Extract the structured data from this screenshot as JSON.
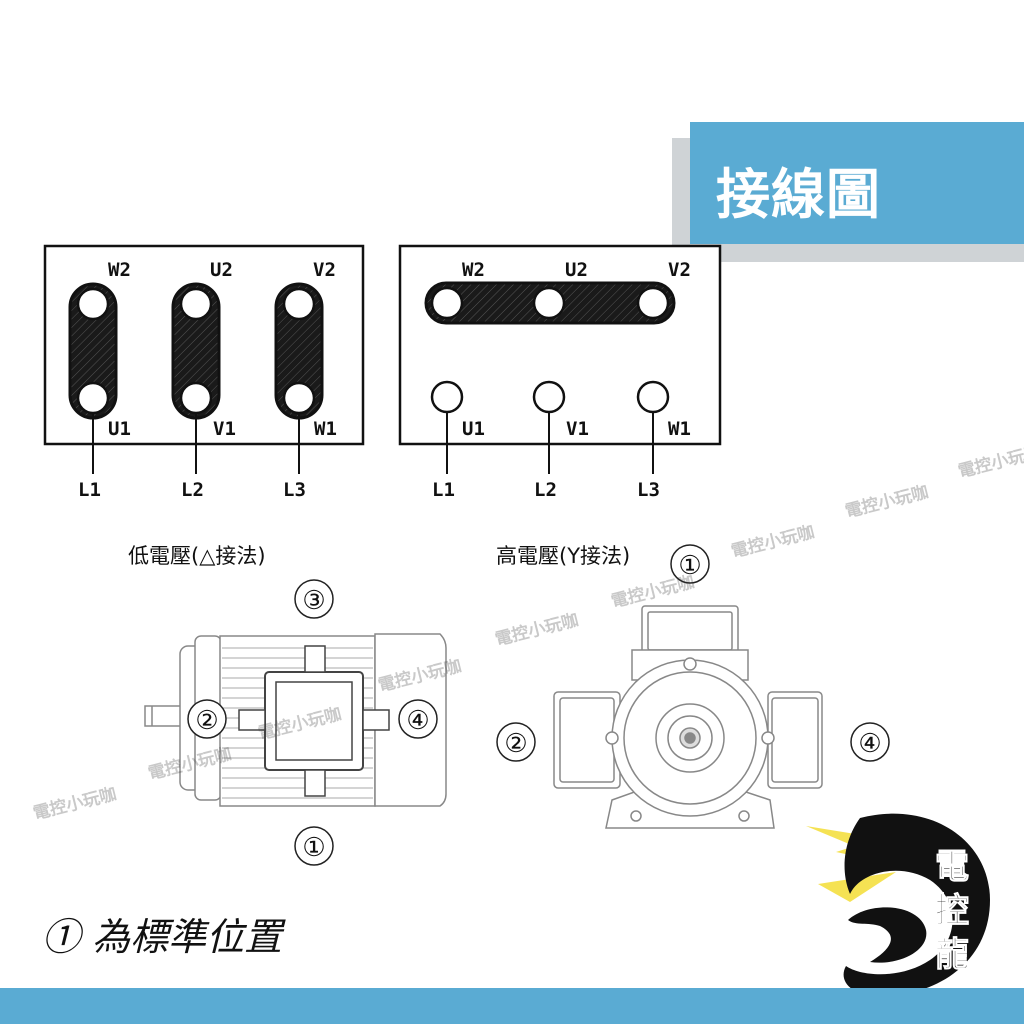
{
  "title": "接線圖",
  "low_voltage": {
    "caption": "低電壓(△接法)",
    "top_labels": [
      "W2",
      "U2",
      "V2"
    ],
    "bottom_labels": [
      "U1",
      "V1",
      "W1"
    ],
    "line_labels": [
      "L1",
      "L2",
      "L3"
    ]
  },
  "high_voltage": {
    "caption": "高電壓(Y接法)",
    "top_labels": [
      "W2",
      "U2",
      "V2"
    ],
    "bottom_labels": [
      "U1",
      "V1",
      "W1"
    ],
    "line_labels": [
      "L1",
      "L2",
      "L3"
    ]
  },
  "positions": {
    "side": [
      "③",
      "②",
      "④",
      "①"
    ],
    "front": [
      "①",
      "②",
      "④"
    ]
  },
  "note": "① 為標準位置",
  "watermark": "電控小玩咖",
  "logo_text": [
    "電",
    "控",
    "龍"
  ]
}
